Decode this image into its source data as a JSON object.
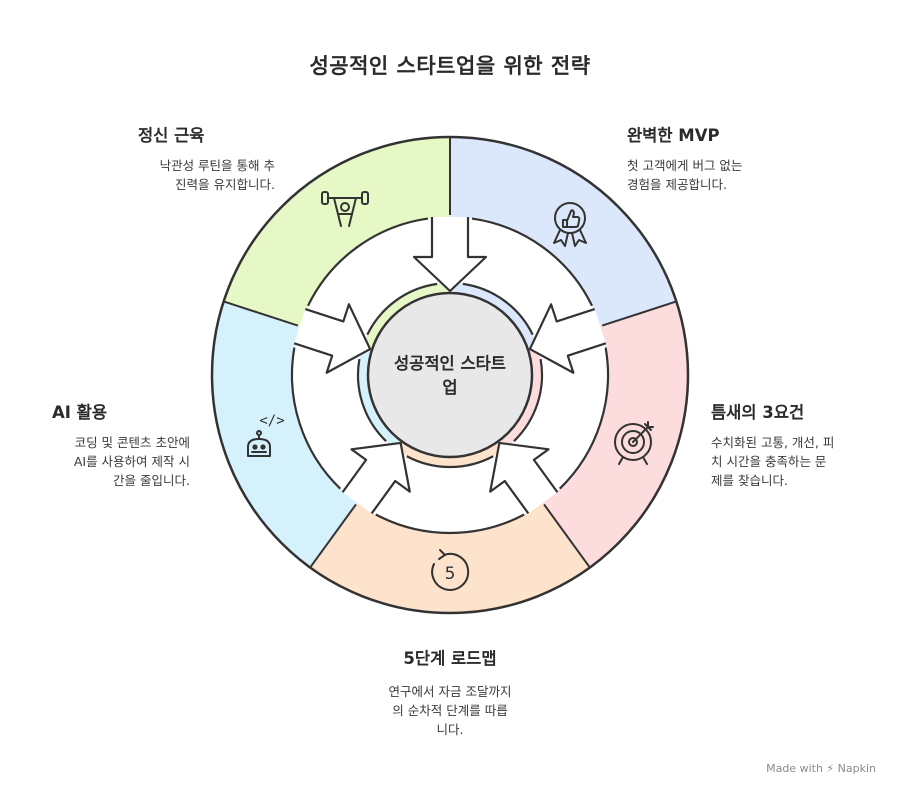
{
  "title": "성공적인 스타트업을 위한 전략",
  "center": {
    "line1": "성공적인 스타트",
    "line2": "업"
  },
  "segments": [
    {
      "id": "mvp",
      "heading": "완벽한 MVP",
      "desc": [
        "첫 고객에게 버그 없는",
        "경험을 제공합니다."
      ],
      "icon": "thumbs-up-badge-icon",
      "color": "#dbe8fc"
    },
    {
      "id": "niche",
      "heading": "틈새의 3요건",
      "desc": [
        "수치화된 고통, 개선, 피",
        "치 시간을 충족하는 문",
        "제를 찾습니다."
      ],
      "icon": "target-arrow-icon",
      "color": "#fcdcdc"
    },
    {
      "id": "roadmap",
      "heading": "5단계 로드맵",
      "desc": [
        "연구에서 자금 조달까지",
        "의 순차적 단계를 따릅",
        "니다."
      ],
      "icon": "five-cycle-icon",
      "color": "#fde3cc"
    },
    {
      "id": "ai",
      "heading": "AI 활용",
      "desc": [
        "코딩 및 콘텐츠 초안에",
        "AI를 사용하여 제작 시",
        "간을 줄입니다."
      ],
      "icon": "robot-code-icon",
      "color": "#d5f1fb"
    },
    {
      "id": "mental",
      "heading": "정신 근육",
      "desc": [
        "낙관성 루틴을 통해 추",
        "진력을 유지합니다."
      ],
      "icon": "weightlifter-icon",
      "color": "#e6f8c6"
    }
  ],
  "icon_labels": {
    "roadmap_number": "5",
    "ai_code": "</>"
  },
  "footer": {
    "made_with": "Made with",
    "brand": "Napkin"
  }
}
